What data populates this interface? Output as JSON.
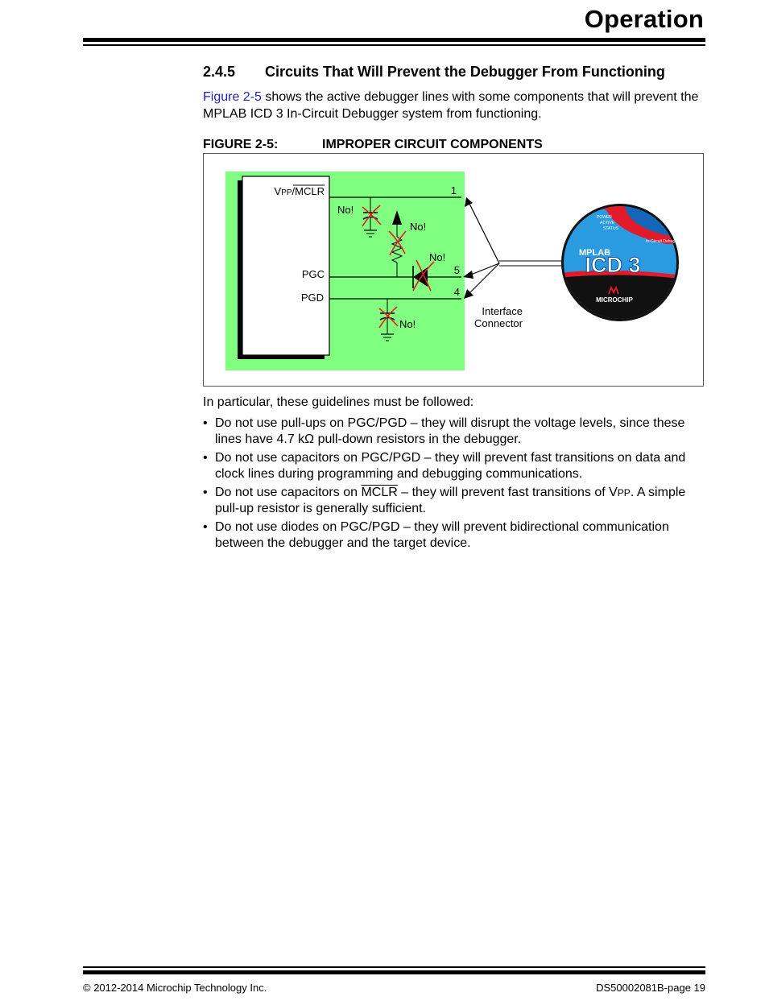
{
  "header": {
    "title": "Operation"
  },
  "section": {
    "number": "2.4.5",
    "title": "Circuits That Will Prevent the Debugger From Functioning",
    "intro_link": "Figure 2-5",
    "intro_rest": " shows the active debugger lines with some components that will prevent the MPLAB ICD 3 In-Circuit Debugger system from functioning."
  },
  "figure": {
    "label": "FIGURE 2-5:",
    "title": "IMPROPER CIRCUIT COMPONENTS",
    "pin_vpp_v": "V",
    "pin_vpp_pp": "PP",
    "pin_vpp_slash": "/",
    "pin_vpp_mclr": "MCLR",
    "pin_pgc": "PGC",
    "pin_pgd": "PGD",
    "pin1": "1",
    "pin5": "5",
    "pin4": "4",
    "no1": "No!",
    "no2": "No!",
    "no3": "No!",
    "no4": "No!",
    "connector_line1": "Interface",
    "connector_line2": "Connector",
    "logo_brand": "MICROCHIP",
    "logo_mplab": "MPLAB",
    "logo_icd": "ICD 3",
    "logo_power": "POWER",
    "logo_active": "ACTIVE",
    "logo_status": "STATUS",
    "logo_sub": "In-Circuit Debugger"
  },
  "guidelines": {
    "intro": "In particular, these guidelines must be followed:",
    "bullet_char": "•",
    "b1": "Do not use pull-ups on PGC/PGD – they will disrupt the voltage levels, since these lines have 4.7 kΩ pull-down resistors in the debugger.",
    "b2": "Do not use capacitors on PGC/PGD – they will prevent fast transitions on data and clock lines during programming and debugging communications.",
    "b3_a": "Do not use capacitors on ",
    "b3_mclr": "MCLR",
    "b3_b": " – they will prevent fast transitions of V",
    "b3_pp": "PP",
    "b3_c": ". A simple pull-up resistor is generally sufficient.",
    "b4": "Do not use diodes on PGC/PGD – they will prevent bidirectional communication between the debugger and the target device."
  },
  "footer": {
    "copyright": "© 2012-2014 Microchip Technology Inc.",
    "page": "DS50002081B-page 19"
  },
  "colors": {
    "highlight": "#80ff80",
    "crossout": "#e02020",
    "link": "#1f1fbf"
  }
}
